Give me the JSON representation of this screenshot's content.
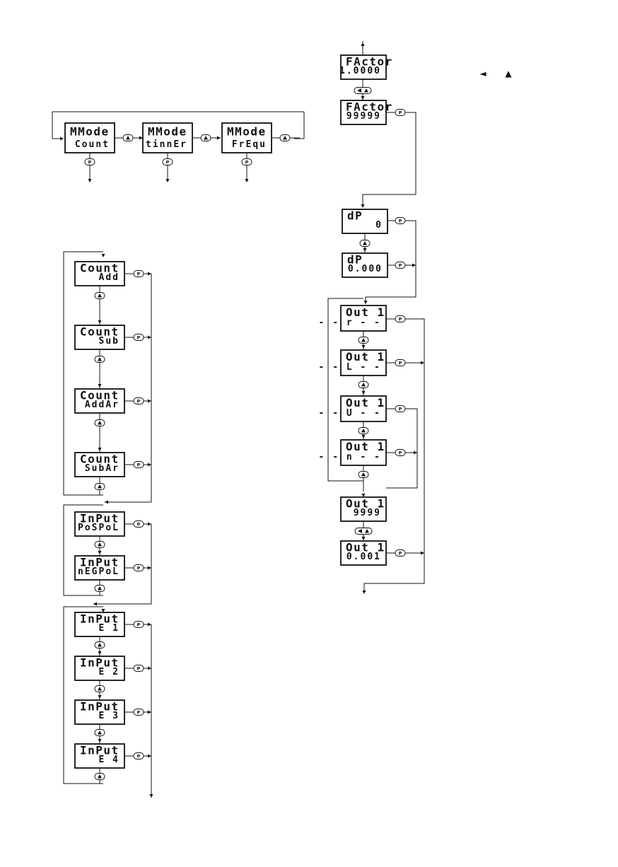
{
  "keys": {
    "program": "P",
    "up": "▲",
    "left": "◄"
  },
  "legend": {
    "left_arrow": "◄",
    "up_arrow": "▲"
  },
  "mode": [
    {
      "top": "MMode",
      "bot": "Count"
    },
    {
      "top": "MMode",
      "bot": "tinnEr"
    },
    {
      "top": "MMode",
      "bot": "FrEqu"
    }
  ],
  "count": [
    {
      "top": "Count",
      "bot": "Add"
    },
    {
      "top": "Count",
      "bot": "Sub"
    },
    {
      "top": "Count",
      "bot": "AddAr"
    },
    {
      "top": "Count",
      "bot": "SubAr"
    }
  ],
  "polarity": [
    {
      "top": "InPut",
      "bot": "PoSPoL"
    },
    {
      "top": "InPut",
      "bot": "nEGPoL"
    }
  ],
  "inputs": [
    {
      "top": "InPut",
      "bot": "E 1"
    },
    {
      "top": "InPut",
      "bot": "E 2"
    },
    {
      "top": "InPut",
      "bot": "E 3"
    },
    {
      "top": "InPut",
      "bot": "E 4"
    }
  ],
  "factor": [
    {
      "top": "FActor",
      "bot": "1.0000"
    },
    {
      "top": "FActor",
      "bot": "99999"
    }
  ],
  "dp": [
    {
      "top": "dP",
      "bot": "0"
    },
    {
      "top": "dP",
      "bot": "0.000"
    }
  ],
  "out": [
    {
      "top": "Out 1",
      "bot": "- - r - -"
    },
    {
      "top": "Out 1",
      "bot": "- - L - -"
    },
    {
      "top": "Out 1",
      "bot": "- - U - -"
    },
    {
      "top": "Out 1",
      "bot": "- - n - -"
    },
    {
      "top": "Out 1",
      "bot": "9999"
    },
    {
      "top": "Out 1",
      "bot": "0.001"
    }
  ]
}
